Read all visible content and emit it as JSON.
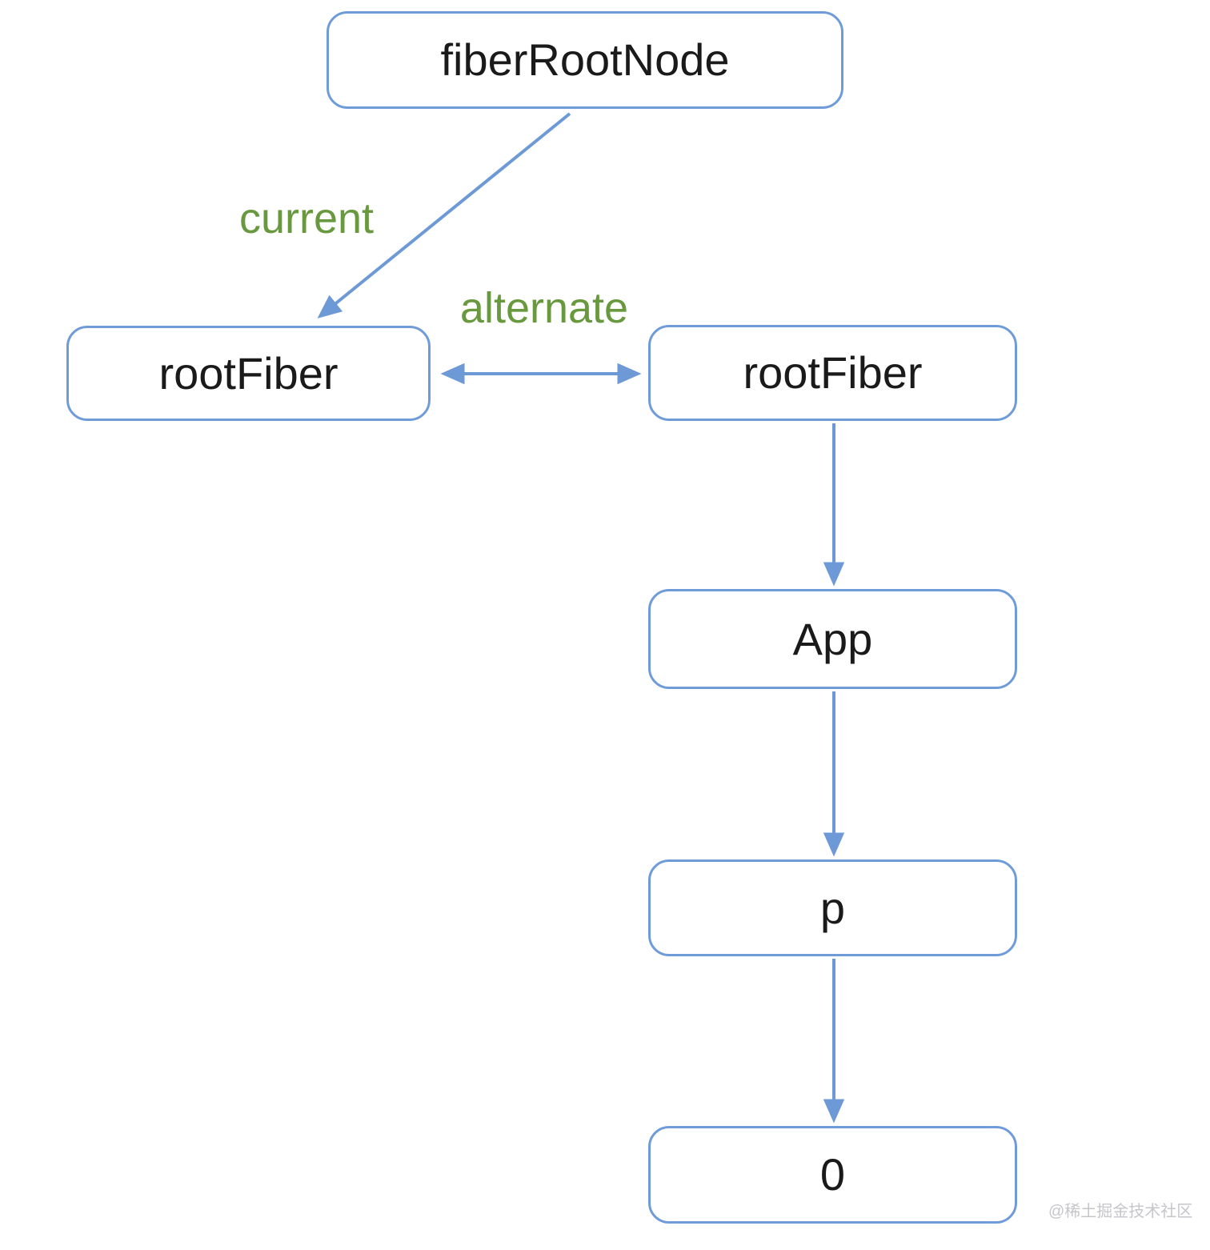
{
  "diagram": {
    "nodes": {
      "fiberRootNode": {
        "label": "fiberRootNode"
      },
      "rootFiberCurrent": {
        "label": "rootFiber"
      },
      "rootFiberAlternate": {
        "label": "rootFiber"
      },
      "app": {
        "label": "App"
      },
      "p": {
        "label": "p"
      },
      "zero": {
        "label": "0"
      }
    },
    "edges": {
      "current": {
        "label": "current",
        "from": "fiberRootNode",
        "to": "rootFiberCurrent",
        "direction": "one-way"
      },
      "alternate": {
        "label": "alternate",
        "from": "rootFiberCurrent",
        "to": "rootFiberAlternate",
        "direction": "two-way"
      },
      "rootFiberToApp": {
        "label": "",
        "from": "rootFiberAlternate",
        "to": "app",
        "direction": "one-way"
      },
      "appToP": {
        "label": "",
        "from": "app",
        "to": "p",
        "direction": "one-way"
      },
      "pToZero": {
        "label": "",
        "from": "p",
        "to": "zero",
        "direction": "one-way"
      }
    },
    "colors": {
      "box_border": "#6f9cd9",
      "arrow": "#6d9ad6",
      "edge_label_green": "#68993e",
      "node_text": "#1a1a1a",
      "watermark": "#c6c6ca",
      "background": "#ffffff"
    },
    "watermark": "@稀土掘金技术社区"
  }
}
